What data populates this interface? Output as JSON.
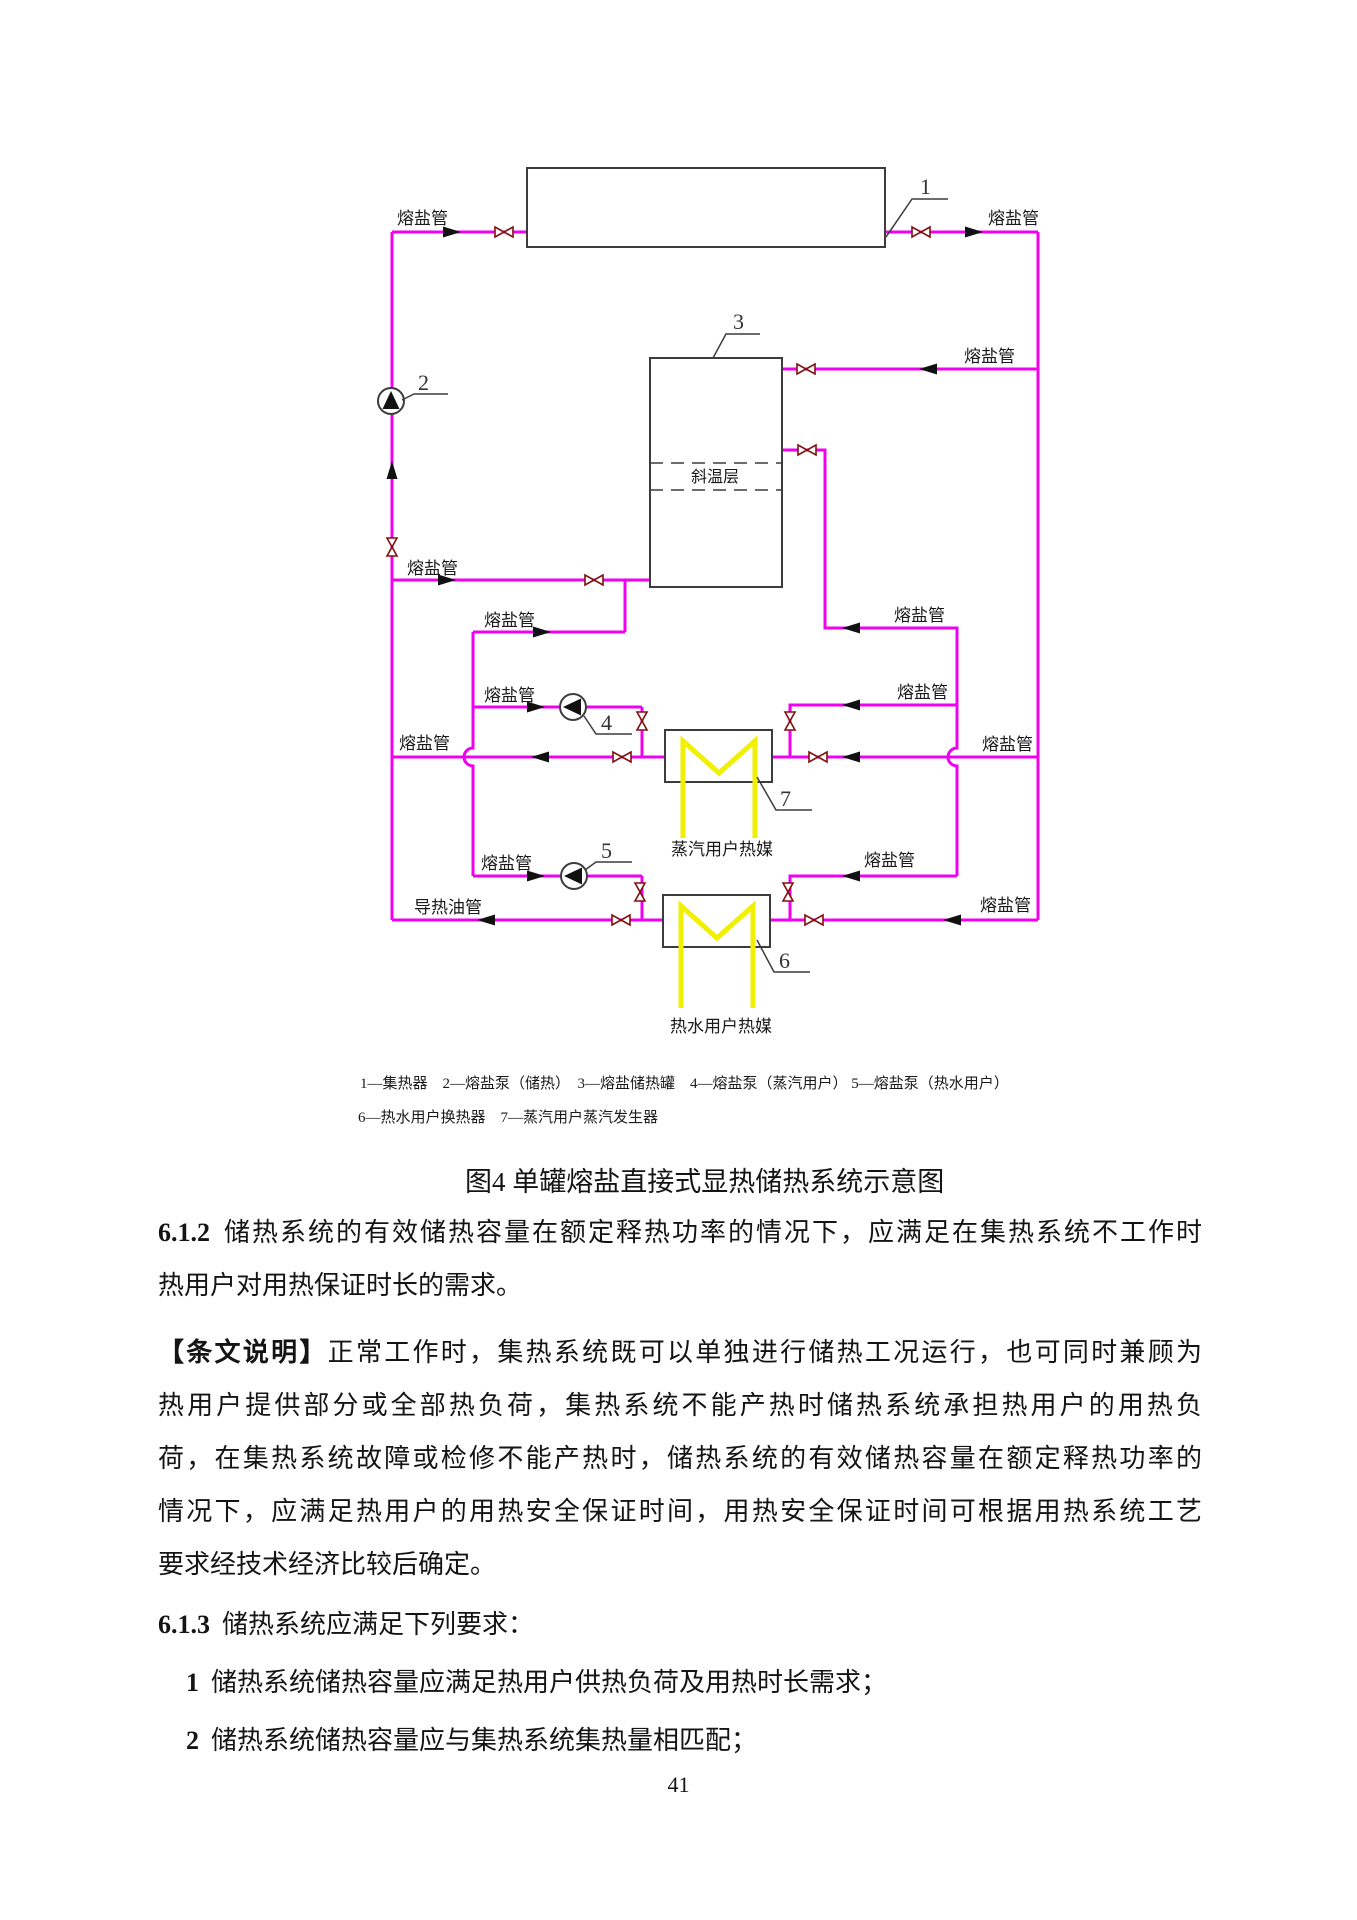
{
  "figure": {
    "caption": "图4 单罐熔盐直接式显热储热系统示意图",
    "legend": {
      "line1": "1—集热器　2—熔盐泵（储热）　3—熔盐储热罐　4—熔盐泵（蒸汽用户） 5—熔盐泵（热水用户）",
      "line2": "6—热水用户换热器　7—蒸汽用户蒸汽发生器"
    },
    "labels": {
      "molten_salt_pipe": "熔盐管",
      "thermal_oil_pipe": "导热油管",
      "thermocline": "斜温层",
      "steam_user_medium": "蒸汽用户热媒",
      "hot_water_user_medium": "热水用户热媒"
    },
    "numbers": {
      "collector": "1",
      "charge_pump": "2",
      "tank": "3",
      "steam_pump": "4",
      "water_pump": "5",
      "water_hx": "6",
      "steam_hx": "7"
    },
    "colors": {
      "pipe": "#f000f0",
      "user_medium_line": "#f0f000",
      "equipment_line": "#3c3c3c"
    }
  },
  "content": {
    "c612": {
      "num": "6.1.2",
      "line1": "储热系统的有效储热容量在额定释热功率的情况下，应满足在集热系统不工作时",
      "line2": "热用户对用热保证时长的需求。"
    },
    "explain": {
      "tag": "【条文说明】",
      "line1": "正常工作时，集热系统既可以单独进行储热工况运行，也可同时兼顾为",
      "line2": "热用户提供部分或全部热负荷，集热系统不能产热时储热系统承担热用户的用热负",
      "line3": "荷，在集热系统故障或检修不能产热时，储热系统的有效储热容量在额定释热功率的",
      "line4": "情况下，应满足热用户的用热安全保证时间，用热安全保证时间可根据用热系统工艺",
      "line5": "要求经技术经济比较后确定。"
    },
    "c613": {
      "num": "6.1.3",
      "text": "储热系统应满足下列要求："
    },
    "item1": {
      "num": "1",
      "text": "储热系统储热容量应满足热用户供热负荷及用热时长需求；"
    },
    "item2": {
      "num": "2",
      "text": "储热系统储热容量应与集热系统集热量相匹配；"
    },
    "page_number": "41"
  }
}
